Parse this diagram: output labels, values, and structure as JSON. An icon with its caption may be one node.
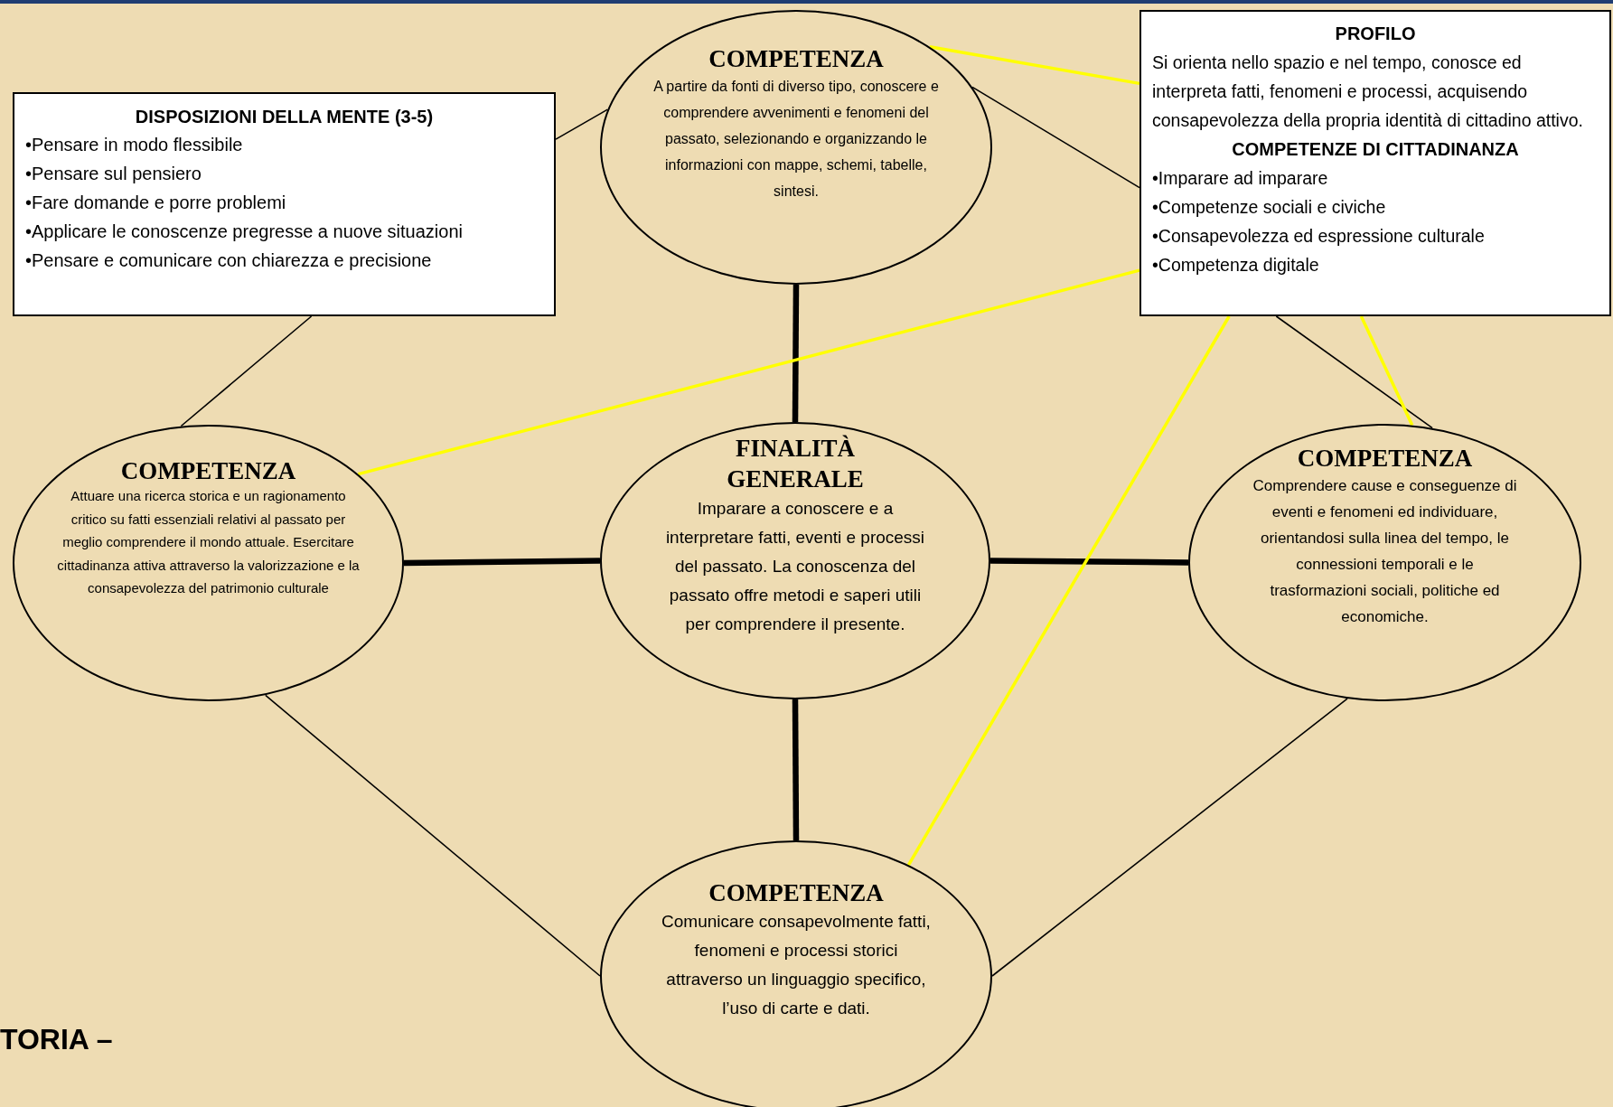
{
  "diagram": {
    "nodes": [
      {
        "text": [
          "DISPOSIZIONI DELLA MENTE (3-5)",
          "•Pensare in modo flessibile",
          "•Pensare sul pensiero",
          "•Fare domande e porre problemi",
          "•Applicare le conoscenze pregresse a nuove situazioni",
          "•Pensare e comunicare con chiarezza e precisione"
        ]
      },
      {
        "text": [
          "COMPETENZA",
          "A partire da fonti di diverso tipo, conoscere e comprendere avvenimenti e fenomeni del passato, selezionando e organizzando le informazioni con mappe, schemi, tabelle, sintesi."
        ]
      },
      {
        "text": [
          "PROFILO",
          "Si orienta nello spazio e nel tempo, conosce ed interpreta fatti, fenomeni e processi, acquisendo consapevolezza della propria identità di cittadino attivo.",
          "COMPETENZE DI CITTADINANZA",
          "•Imparare ad imparare",
          "•Competenze sociali e civiche",
          "•Consapevolezza ed espressione culturale",
          "•Competenza digitale"
        ]
      },
      {
        "text": [
          "COMPETENZA",
          "Attuare una ricerca storica e un ragionamento critico su fatti essenziali relativi al passato per meglio comprendere il mondo attuale. Esercitare cittadinanza attiva attraverso la valorizzazione e la consapevolezza del patrimonio culturale"
        ]
      },
      {
        "text": [
          "FINALITÀ GENERALE",
          "Imparare a conoscere e a interpretare fatti, eventi e processi del passato. La conoscenza del passato offre metodi e saperi utili per comprendere il presente."
        ]
      },
      {
        "text": [
          "COMPETENZA",
          "Comprendere cause e conseguenze di eventi e fenomeni ed individuare, orientandosi sulla linea del tempo, le connessioni temporali e le trasformazioni sociali, politiche ed economiche."
        ]
      },
      {
        "text": [
          "COMPETENZA",
          "Comunicare consapevolmente fatti, fenomeni e processi storici attraverso un linguaggio specifico, l’uso di carte e dati."
        ]
      }
    ],
    "edges": [
      {
        "from": 0,
        "to": 1,
        "arrow": "none"
      },
      {
        "from": 0,
        "to": 3,
        "arrow": "none"
      },
      {
        "from": 1,
        "to": 2,
        "arrow": "none"
      },
      {
        "from": 2,
        "to": 5,
        "arrow": "none"
      },
      {
        "from": 3,
        "to": 6,
        "arrow": "none"
      },
      {
        "from": 5,
        "to": 6,
        "arrow": "none"
      },
      {
        "from": 1,
        "to": 4,
        "arrow": "none",
        "style": "thick"
      },
      {
        "from": 3,
        "to": 4,
        "arrow": "none",
        "style": "thick"
      },
      {
        "from": 4,
        "to": 5,
        "arrow": "none",
        "style": "thick"
      },
      {
        "from": 4,
        "to": 6,
        "arrow": "none",
        "style": "thick"
      },
      {
        "from": 1,
        "to": 2,
        "arrow": "none",
        "color": "#ffff00"
      },
      {
        "from": 2,
        "to": 3,
        "arrow": "none",
        "color": "#ffff00"
      },
      {
        "from": 2,
        "to": 6,
        "arrow": "none",
        "color": "#ffff00"
      },
      {
        "from": 2,
        "to": 5,
        "arrow": "none",
        "color": "#ffff00"
      }
    ],
    "labels": [
      "TORIA –"
    ]
  }
}
